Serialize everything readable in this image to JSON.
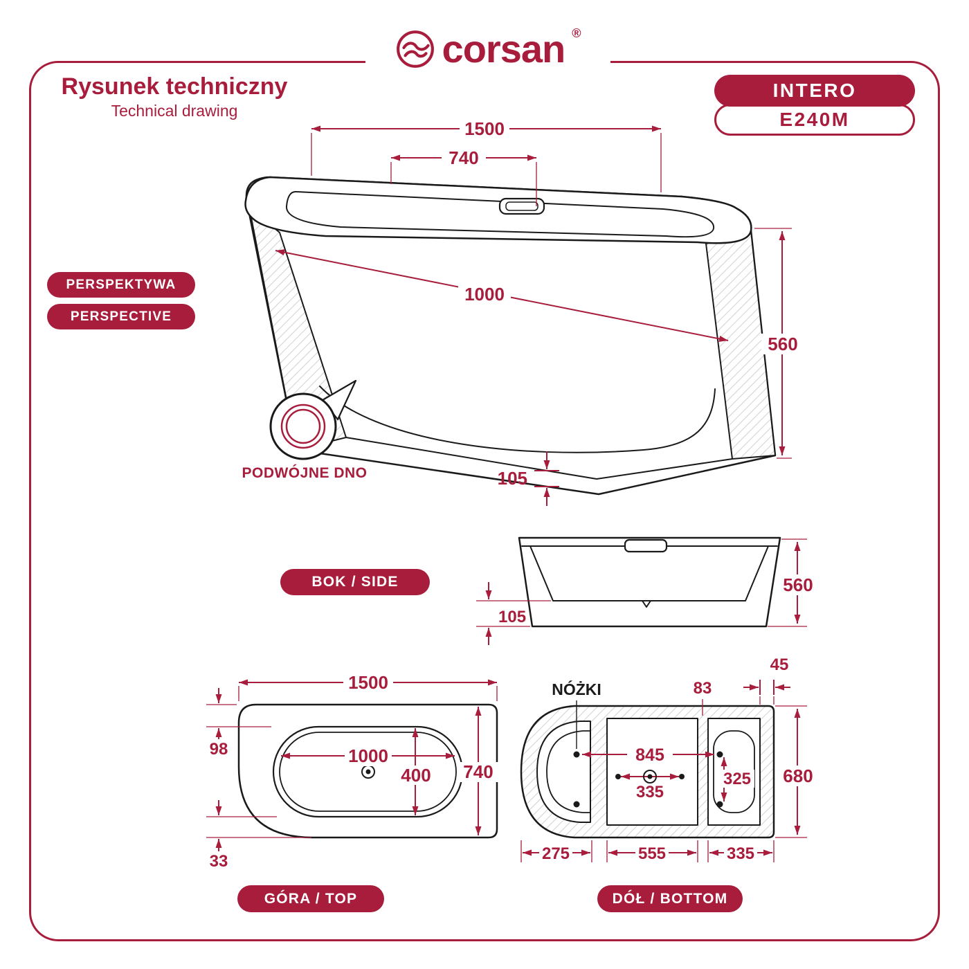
{
  "brand": {
    "name": "corsan",
    "registered": "®"
  },
  "header": {
    "title_pl": "Rysunek techniczny",
    "title_en": "Technical drawing"
  },
  "product": {
    "series": "INTERO",
    "model": "E240M"
  },
  "labels": {
    "perspective_pl": "PERSPEKTYWA",
    "perspective_en": "PERSPECTIVE",
    "double_bottom": "PODWÓJNE DNO",
    "side": "BOK / SIDE",
    "top": "GÓRA / TOP",
    "bottom": "DÓŁ / BOTTOM",
    "feet": "NÓŻKI"
  },
  "dims": {
    "perspective": {
      "length": "1500",
      "back_width": "740",
      "diagonal": "1000",
      "height": "560",
      "base": "105"
    },
    "side": {
      "height": "560",
      "base": "105"
    },
    "top": {
      "length": "1500",
      "rim_top": "98",
      "basin_length": "1000",
      "basin_width": "400",
      "width": "740",
      "rim_bottom": "33"
    },
    "bottom": {
      "feet_length": "845",
      "anchor_span": "335",
      "feet_width": "325",
      "width": "680",
      "seg_left": "275",
      "seg_mid": "555",
      "seg_right": "335",
      "strip": "83",
      "rim_right": "45"
    }
  },
  "colors": {
    "accent": "#A81D3C",
    "line": "#1A1A1A"
  }
}
